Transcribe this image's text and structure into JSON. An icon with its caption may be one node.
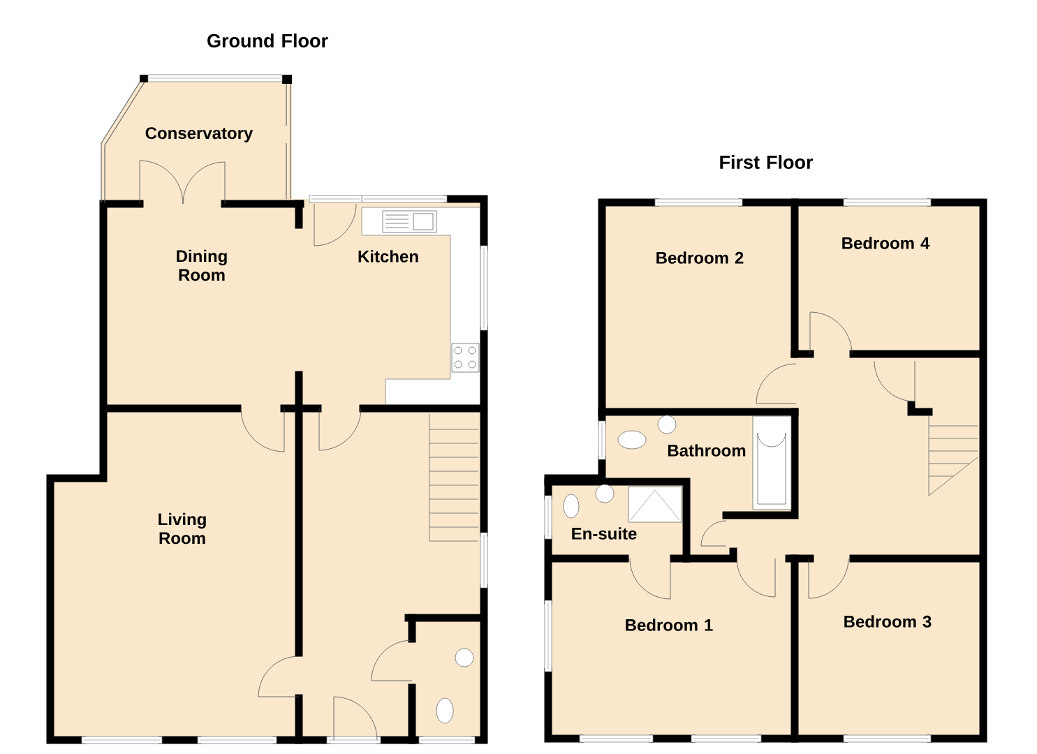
{
  "diagram": {
    "nodes": [
      {
        "text": [
          "Ground Floor"
        ]
      },
      {
        "text": [
          "Conservatory"
        ],
        "in": 0
      },
      {
        "text": [
          "Dining Room"
        ],
        "in": 0
      },
      {
        "text": [
          "Kitchen"
        ],
        "in": 0
      },
      {
        "text": [
          "Living Room"
        ],
        "in": 0
      },
      {
        "text": [
          "First Floor"
        ]
      },
      {
        "text": [
          "Bedroom 2"
        ],
        "in": 5
      },
      {
        "text": [
          "Bedroom 4"
        ],
        "in": 5
      },
      {
        "text": [
          "Bathroom"
        ],
        "in": 5
      },
      {
        "text": [
          "En-suite"
        ],
        "in": 5
      },
      {
        "text": [
          "Bedroom 1"
        ],
        "in": 5
      },
      {
        "text": [
          "Bedroom 3"
        ],
        "in": 5
      }
    ]
  }
}
